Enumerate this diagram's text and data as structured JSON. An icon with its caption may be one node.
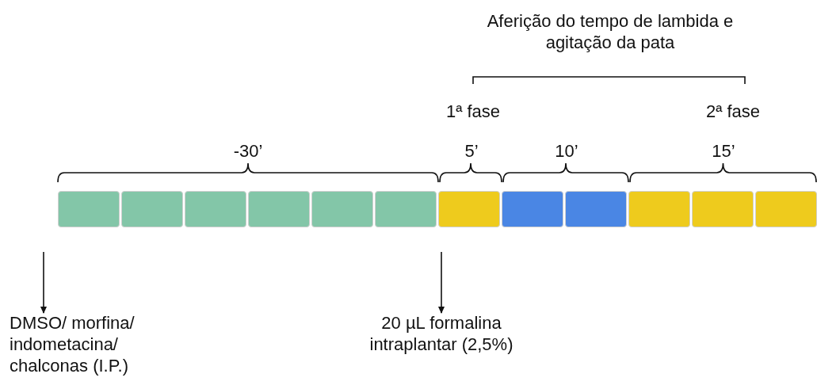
{
  "diagram": {
    "nodes": [
      {
        "text": [],
        "shape": "box"
      },
      {
        "text": [],
        "shape": "box"
      },
      {
        "text": [],
        "shape": "box"
      },
      {
        "text": [],
        "shape": "box"
      },
      {
        "text": [],
        "shape": "box"
      },
      {
        "text": [],
        "shape": "box"
      },
      {
        "text": [],
        "shape": "box"
      },
      {
        "text": [],
        "shape": "box"
      },
      {
        "text": [],
        "shape": "box"
      },
      {
        "text": [],
        "shape": "box"
      },
      {
        "text": [],
        "shape": "box"
      },
      {
        "text": [],
        "shape": "box"
      },
      {
        "text": [
          "DMSO/ morfina/ indometacina/ chalconas (I.P.)"
        ]
      },
      {
        "text": [
          "20 µL formalina intraplantar (2,5%)"
        ]
      }
    ],
    "edges": [
      {
        "from": null,
        "to": 12,
        "arrow": "to"
      },
      {
        "from": null,
        "to": 13,
        "arrow": "to"
      }
    ],
    "labels": [
      "Aferição do tempo de lambida e agitação da pata",
      "1ª fase",
      "2ª fase",
      "-30’",
      "5’",
      "10’",
      "15’"
    ]
  }
}
